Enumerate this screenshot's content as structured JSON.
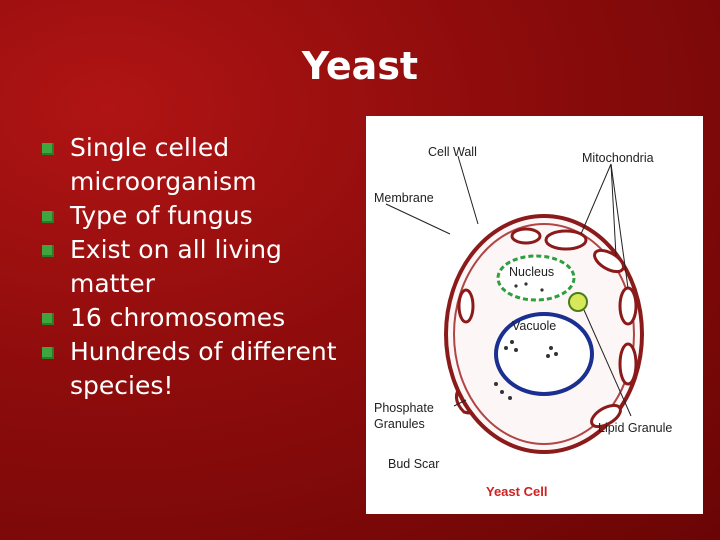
{
  "slide": {
    "title": "Yeast",
    "bullets": [
      "Single celled microorganism",
      "Type of fungus",
      "Exist on all living matter",
      "16 chromosomes",
      "Hundreds of different species!"
    ]
  },
  "diagram": {
    "labels": {
      "cell_wall": "Cell Wall",
      "mitochondria": "Mitochondria",
      "membrane": "Membrane",
      "nucleus": "Nucleus",
      "vacuole": "Vacuole",
      "phosphate_line1": "Phosphate",
      "phosphate_line2": "Granules",
      "lipid_granule": "Lipid Granule",
      "bud_scar": "Bud Scar",
      "caption": "Yeast Cell"
    }
  },
  "colors": {
    "background": "#8e0c0c",
    "bullet": "#3fa63f",
    "cell_outline": "#8b1a1a",
    "nucleus": "#2e9e3e",
    "vacuole": "#1a2f8f",
    "caption": "#d02020"
  }
}
